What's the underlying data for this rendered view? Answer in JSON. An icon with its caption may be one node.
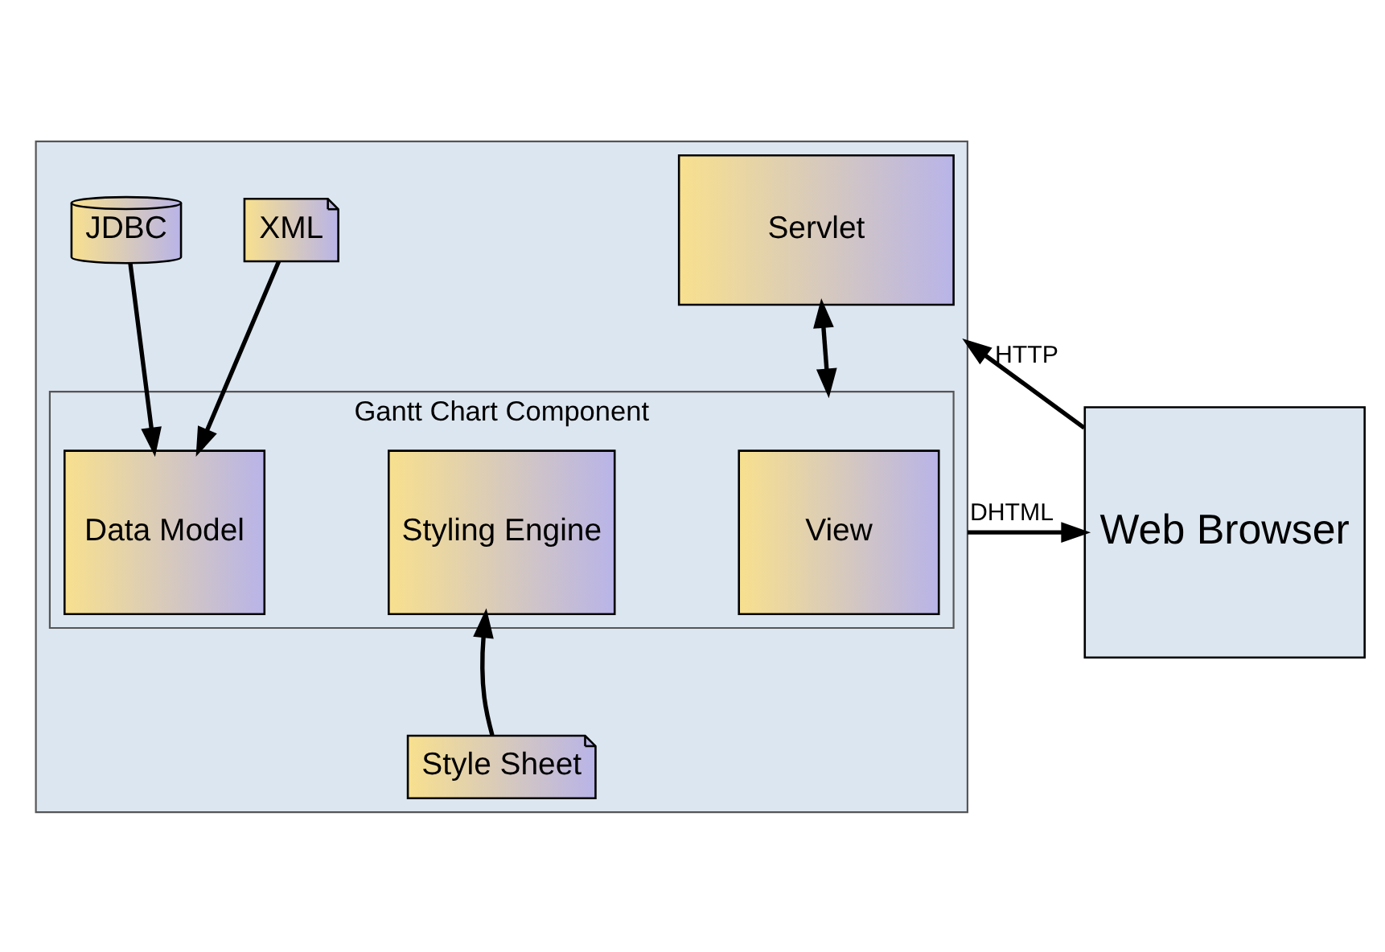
{
  "diagram": {
    "nodes": [
      {
        "text": [],
        "shape": "box"
      },
      {
        "text": [
          "Servlet"
        ],
        "in": 0
      },
      {
        "text": [
          "XML"
        ],
        "in": 0
      },
      {
        "text": [
          "JDBC"
        ],
        "in": 0
      },
      {
        "text": [
          "Gantt Chart Component"
        ],
        "in": 0
      },
      {
        "text": [
          "Data Model"
        ],
        "in": 4
      },
      {
        "text": [
          "Styling Engine"
        ],
        "in": 4
      },
      {
        "text": [
          "View"
        ],
        "in": 4
      },
      {
        "text": [
          "Style Sheet"
        ],
        "in": 0
      },
      {
        "text": [
          "Web Browser"
        ]
      }
    ],
    "edges": [
      {
        "from": 1,
        "to": 4,
        "arrow": "both"
      },
      {
        "from": 2,
        "to": 5,
        "arrow": "to"
      },
      {
        "from": 3,
        "to": 5,
        "arrow": "to"
      },
      {
        "from": 8,
        "to": 6,
        "arrow": "to"
      },
      {
        "from": 9,
        "to": 0,
        "arrow": "to",
        "label": "HTTP"
      },
      {
        "from": 0,
        "to": 9,
        "arrow": "to",
        "label": "DHTML"
      }
    ]
  }
}
